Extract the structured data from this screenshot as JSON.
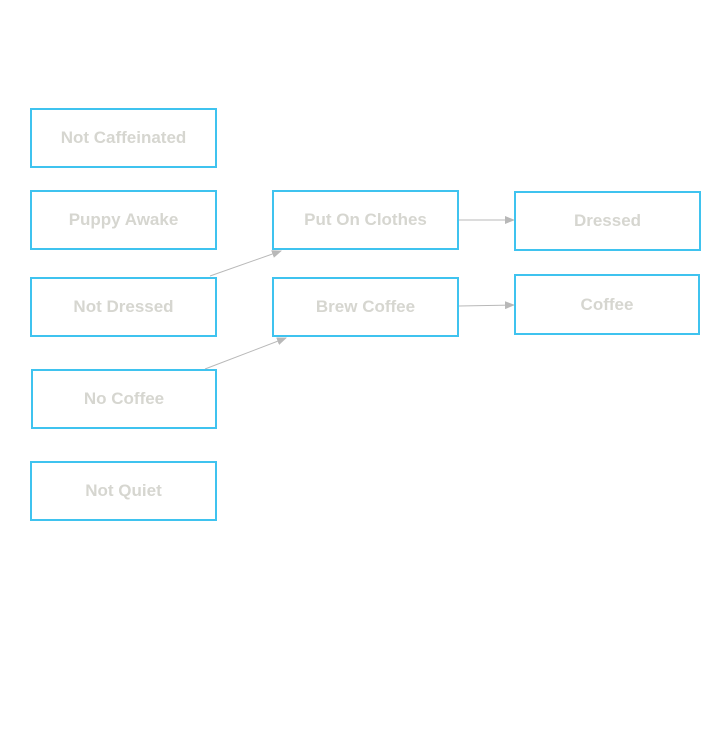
{
  "diagram": {
    "colors": {
      "node_border": "#3fc3ef",
      "node_text": "#d6d6d0",
      "edge": "#b8b8b8"
    },
    "nodes": {
      "not_caffeinated": "Not Caffeinated",
      "puppy_awake": "Puppy Awake",
      "not_dressed": "Not Dressed",
      "no_coffee": "No Coffee",
      "not_quiet": "Not Quiet",
      "put_on_clothes": "Put On Clothes",
      "brew_coffee": "Brew Coffee",
      "dressed": "Dressed",
      "coffee": "Coffee"
    },
    "edges": [
      {
        "from": "not_dressed",
        "to": "put_on_clothes"
      },
      {
        "from": "no_coffee",
        "to": "brew_coffee"
      },
      {
        "from": "put_on_clothes",
        "to": "dressed"
      },
      {
        "from": "brew_coffee",
        "to": "coffee"
      }
    ]
  }
}
